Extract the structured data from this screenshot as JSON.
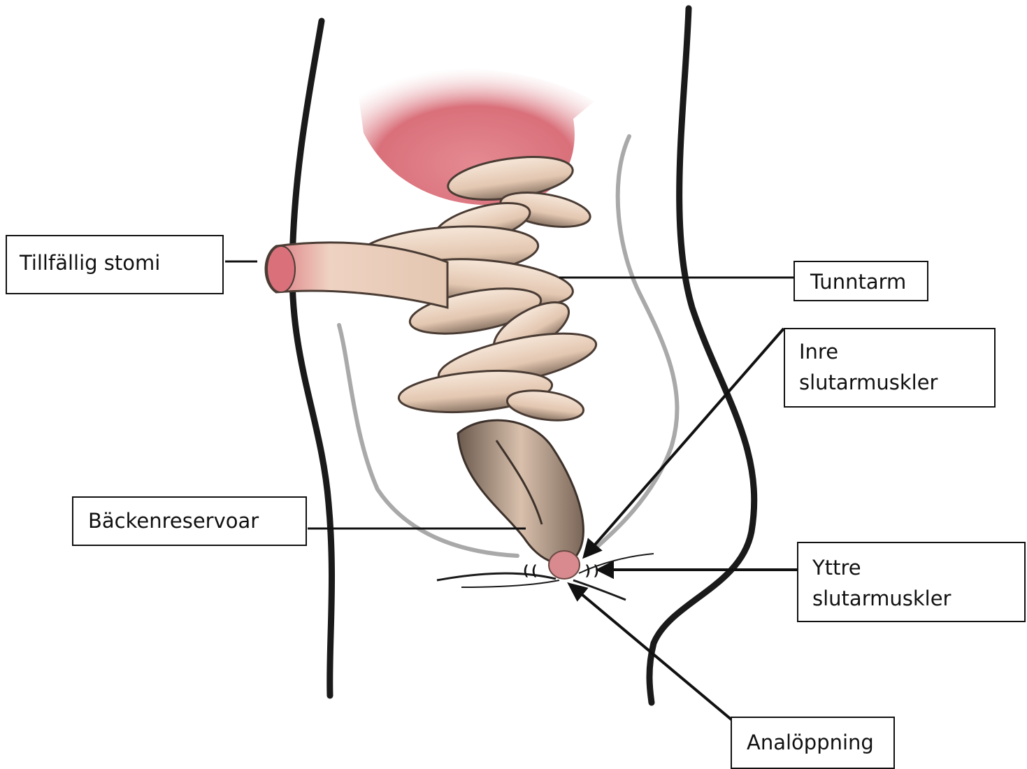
{
  "labels": {
    "temporary_stoma": "Tillfällig stomi",
    "small_intestine": "Tunntarm",
    "internal_sphincters": "Inre\nslutarmuskler",
    "pelvic_reservoir": "Bäckenreservoar",
    "external_sphincters": "Yttre\nslutarmuskler",
    "anal_opening": "Analöppning"
  },
  "sphincter_marks": {
    "left": "((",
    "right": "))"
  },
  "colors": {
    "outline": "#111111",
    "pelvis": "#a9a9a9",
    "intestine": "#e8cdb8",
    "intestine_shadow": "#5a4a40",
    "organ_pink": "#d9707a",
    "background": "#ffffff"
  }
}
